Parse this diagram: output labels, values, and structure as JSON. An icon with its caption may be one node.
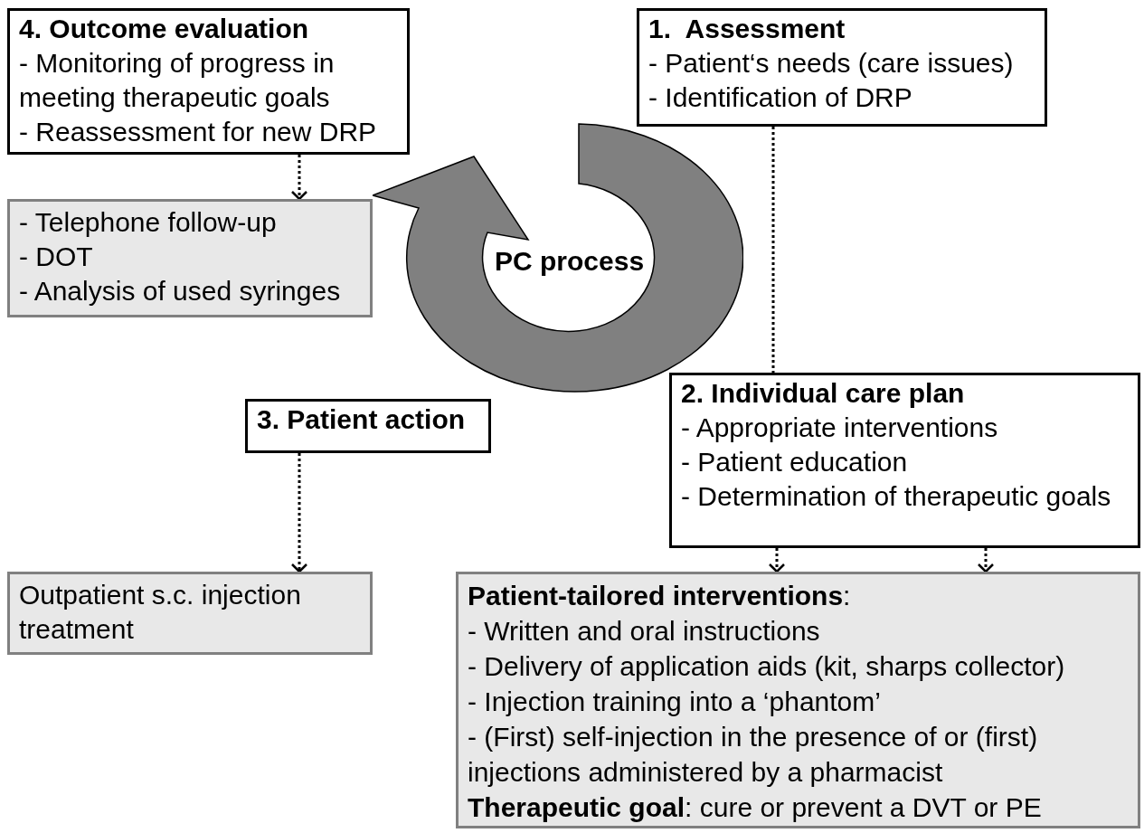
{
  "diagram": {
    "nodes": [
      {
        "text": [
          "4. Outcome evaluation",
          "- Monitoring of progress in meeting therapeutic goals",
          "- Reassessment for new DRP"
        ]
      },
      {
        "text": [
          "1.  Assessment",
          "- Patient‘s needs (care issues)",
          "- Identification of DRP"
        ]
      },
      {
        "text": [
          "- Telephone follow-up",
          "- DOT",
          "- Analysis of used syringes"
        ]
      },
      {
        "text": [
          "PC process"
        ]
      },
      {
        "text": [
          "3. Patient action"
        ]
      },
      {
        "text": [
          "2. Individual care plan",
          "- Appropriate interventions",
          "- Patient education",
          "- Determination of therapeutic goals"
        ]
      },
      {
        "text": [
          "Outpatient s.c. injection treatment"
        ]
      },
      {
        "text": [
          "**Patient-tailored interventions**:",
          "- Written and oral instructions",
          "- Delivery of application aids (kit, sharps collector)",
          "- Injection training into a ‘phantom’",
          "- (First) self-injection in the presence of or (first) injections administered by a pharmacist",
          "**Therapeutic goal**: cure or prevent a DVT or PE"
        ]
      }
    ],
    "edges": [
      {
        "from": 0,
        "to": 2,
        "arrow": "to"
      },
      {
        "from": 1,
        "to": 5,
        "arrow": "none"
      },
      {
        "from": 4,
        "to": 6,
        "arrow": "to"
      },
      {
        "from": 5,
        "to": 7,
        "arrow": "to"
      },
      {
        "from": 5,
        "to": 7,
        "arrow": "to"
      }
    ]
  }
}
